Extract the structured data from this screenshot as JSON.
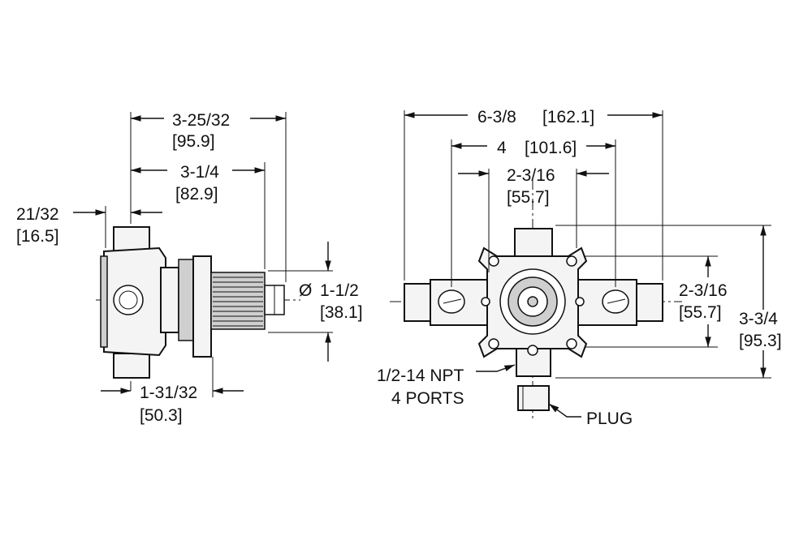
{
  "side_view": {
    "overall_depth": {
      "inch": "3-25/32",
      "mm": "[95.9]"
    },
    "body_depth": {
      "inch": "3-1/4",
      "mm": "[82.9]"
    },
    "flange_offset": {
      "inch": "21/32",
      "mm": "[16.5]"
    },
    "stem_diameter": {
      "symbol": "Ø",
      "inch": "1-1/2",
      "mm": "[38.1]"
    },
    "port_offset": {
      "inch": "1-31/32",
      "mm": "[50.3]"
    }
  },
  "front_view": {
    "overall_width": {
      "inch": "6-3/8",
      "mm": "[162.1]"
    },
    "port_span": {
      "inch": "4",
      "mm": "[101.6]"
    },
    "mount_width": {
      "inch": "2-3/16",
      "mm": "[55.7]"
    },
    "mount_height": {
      "inch": "2-3/16",
      "mm": "[55.7]"
    },
    "overall_height": {
      "inch": "3-3/4",
      "mm": "[95.3]"
    },
    "port_note_line1": "1/2-14 NPT",
    "port_note_line2": "4 PORTS",
    "plug_label": "PLUG"
  }
}
